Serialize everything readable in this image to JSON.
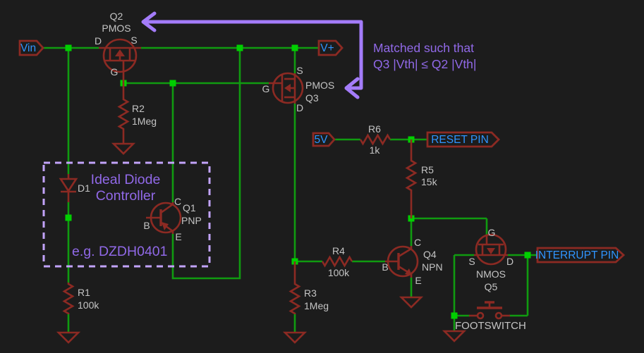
{
  "colors": {
    "background": "#1c1c1c",
    "wire_green": "#109b10",
    "junction_green": "#00cf00",
    "component_red": "#8c2a23",
    "label_grey": "#c4c4c4",
    "net_flag_blue": "#2f95ff",
    "annotation_purple": "#9169e8",
    "arrow_purple": "#a47cfa",
    "dashed_box_purple": "#c2a3fa"
  },
  "net_flags": {
    "vin": "Vin",
    "vplus": "V+",
    "v5": "5V",
    "reset": "RESET PIN",
    "interrupt": "INTERRUPT PIN"
  },
  "transistors": {
    "q2": {
      "name": "Q2",
      "type": "PMOS",
      "pin_d": "D",
      "pin_s": "S",
      "pin_g": "G"
    },
    "q3": {
      "name": "Q3",
      "type": "PMOS",
      "pin_s": "S",
      "pin_g": "G",
      "pin_d": "D"
    },
    "q1": {
      "name": "Q1",
      "type": "PNP",
      "pin_c": "C",
      "pin_b": "B",
      "pin_e": "E"
    },
    "q4": {
      "name": "Q4",
      "type": "NPN",
      "pin_c": "C",
      "pin_b": "B",
      "pin_e": "E"
    },
    "q5": {
      "name": "Q5",
      "type": "NMOS",
      "pin_g": "G",
      "pin_s": "S",
      "pin_d": "D"
    }
  },
  "resistors": {
    "r1": {
      "name": "R1",
      "value": "100k"
    },
    "r2": {
      "name": "R2",
      "value": "1Meg"
    },
    "r3": {
      "name": "R3",
      "value": "1Meg"
    },
    "r4": {
      "name": "R4",
      "value": "100k"
    },
    "r5": {
      "name": "R5",
      "value": "15k"
    },
    "r6": {
      "name": "R6",
      "value": "1k"
    }
  },
  "diodes": {
    "d1": {
      "name": "D1"
    }
  },
  "switches": {
    "footswitch": {
      "label": "FOOTSWITCH"
    }
  },
  "annotations": {
    "matched": {
      "line1": "Matched such that",
      "line2": "Q3 |Vth| ≤ Q2 |Vth|"
    },
    "controller": {
      "line1": "Ideal Diode",
      "line2": "Controller",
      "example": "e.g. DZDH0401"
    }
  }
}
